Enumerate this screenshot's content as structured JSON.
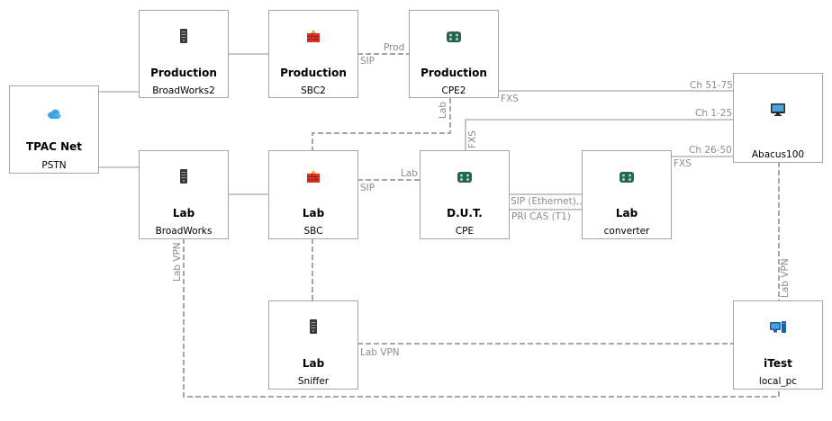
{
  "nodes": {
    "tpac": {
      "title": "TPAC Net",
      "subtitle": "PSTN",
      "icon": "cloud-icon"
    },
    "bw2": {
      "title": "Production",
      "subtitle": "BroadWorks2",
      "icon": "server-icon"
    },
    "sbc2": {
      "title": "Production",
      "subtitle": "SBC2",
      "icon": "firewall-icon"
    },
    "cpe2": {
      "title": "Production",
      "subtitle": "CPE2",
      "icon": "router-icon"
    },
    "abacus": {
      "title": "",
      "subtitle": "Abacus100",
      "icon": "monitor-icon"
    },
    "bw": {
      "title": "Lab",
      "subtitle": "BroadWorks",
      "icon": "server-icon"
    },
    "sbc": {
      "title": "Lab",
      "subtitle": "SBC",
      "icon": "firewall-icon"
    },
    "dut": {
      "title": "D.U.T.",
      "subtitle": "CPE",
      "icon": "router-icon"
    },
    "conv": {
      "title": "Lab",
      "subtitle": "converter",
      "icon": "router-icon"
    },
    "sniffer": {
      "title": "Lab",
      "subtitle": "Sniffer",
      "icon": "server-icon"
    },
    "itest": {
      "title": "iTest",
      "subtitle": "local_pc",
      "icon": "pc-icon"
    }
  },
  "edge_labels": {
    "prod": "Prod",
    "sip_top": "SIP",
    "fxs_cpe2": "FXS",
    "ch_51_75": "Ch 51-75",
    "ch_1_25": "Ch 1-25",
    "ch_26_50": "Ch 26-50",
    "lab_vertical": "Lab",
    "fxs_vertical": "FXS",
    "lab_mid": "Lab",
    "sip_mid": "SIP",
    "sip_ethernet": "SIP (Ethernet),,",
    "pri_cas": "PRI CAS (T1)",
    "fxs_conv": "FXS",
    "lab_vpn_left": "Lab VPN",
    "lab_vpn_right": "Lab VPN",
    "lab_vpn_bottom": "Lab VPN"
  },
  "colors": {
    "border": "#a6a6a6",
    "line": "#a6a6a6",
    "label": "#8c8c8c",
    "cloud": "#3aa3e3",
    "firewall": "#d8332a",
    "firewall_top": "#f2a51d",
    "router": "#2f5f4f",
    "server": "#3a3a3a"
  }
}
